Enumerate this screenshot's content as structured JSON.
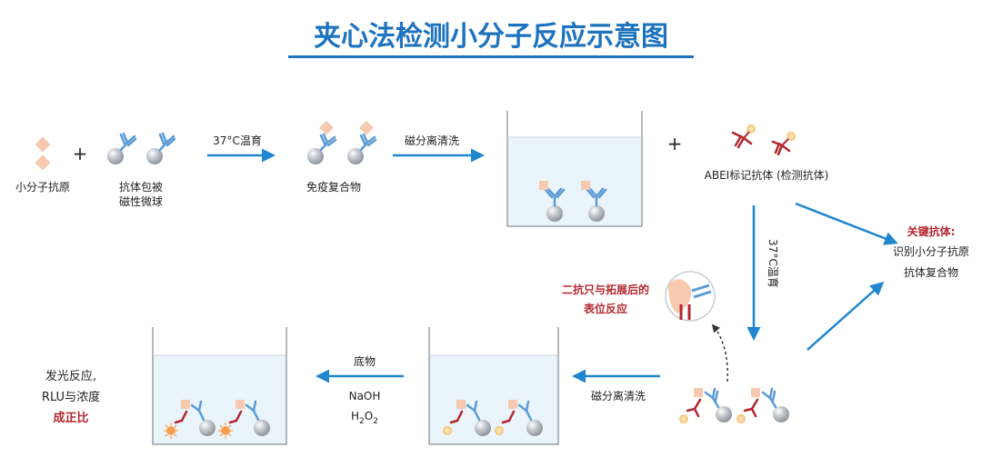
{
  "title": "夹心法检测小分子反应示意图",
  "labels": {
    "small_antigen": "小分子抗原",
    "bead_line1": "抗体包被",
    "bead_line2": "磁性微球",
    "immune_complex": "免疫复合物",
    "abei_antibody": "ABEI标记抗体 (检测抗体)",
    "key_antibody_title": "关键抗体:",
    "key_antibody_line1": "识别小分子抗原",
    "key_antibody_line2": "抗体复合物",
    "secondary_line1": "二抗只与拓展后的",
    "secondary_line2": "表位反应",
    "result_line1": "发光反应,",
    "result_line2": "RLU与浓度",
    "result_line3": "成正比"
  },
  "steps": {
    "incubate1": "37°C温育",
    "wash1": "磁分离清洗",
    "incubate2": "37°C温育",
    "wash2": "磁分离清洗",
    "substrate": "底物",
    "naoh": "NaOH",
    "h2o2_base": "H",
    "h2o2_sub1": "2",
    "h2o2_mid": "O",
    "h2o2_sub2": "2"
  },
  "symbols": {
    "plus1": "+",
    "plus2": "+"
  },
  "colors": {
    "title_blue": "#1e73be",
    "arrow_blue": "#1f86d0",
    "antigen": "#f7c9ae",
    "antibody_blue": "#5b9bd5",
    "antibody_red": "#b3272d",
    "label_orange": "#f4b35c",
    "bead": "#b7bcc4",
    "liquid": "#eaf4fb",
    "emphasis_red": "#b3272d"
  }
}
